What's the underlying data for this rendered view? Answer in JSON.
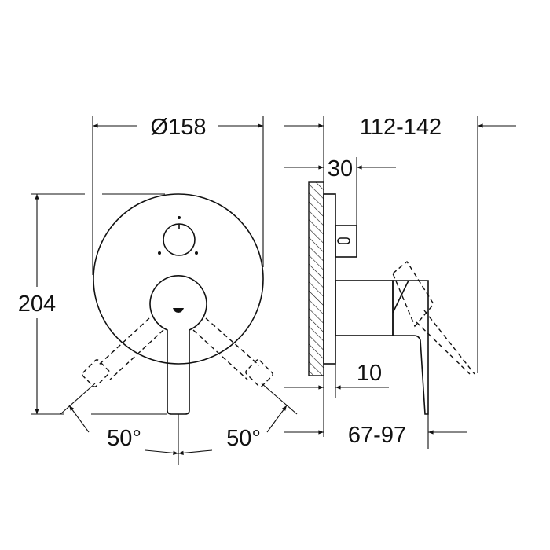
{
  "dimensions": {
    "diameter": "Ø158",
    "height": "204",
    "angle_left": "50°",
    "angle_right": "50°",
    "projection_total": "112-142",
    "wall_depth": "30",
    "plate_offset": "10",
    "lever_projection": "67-97"
  },
  "colors": {
    "line": "#111111",
    "background": "#ffffff"
  }
}
